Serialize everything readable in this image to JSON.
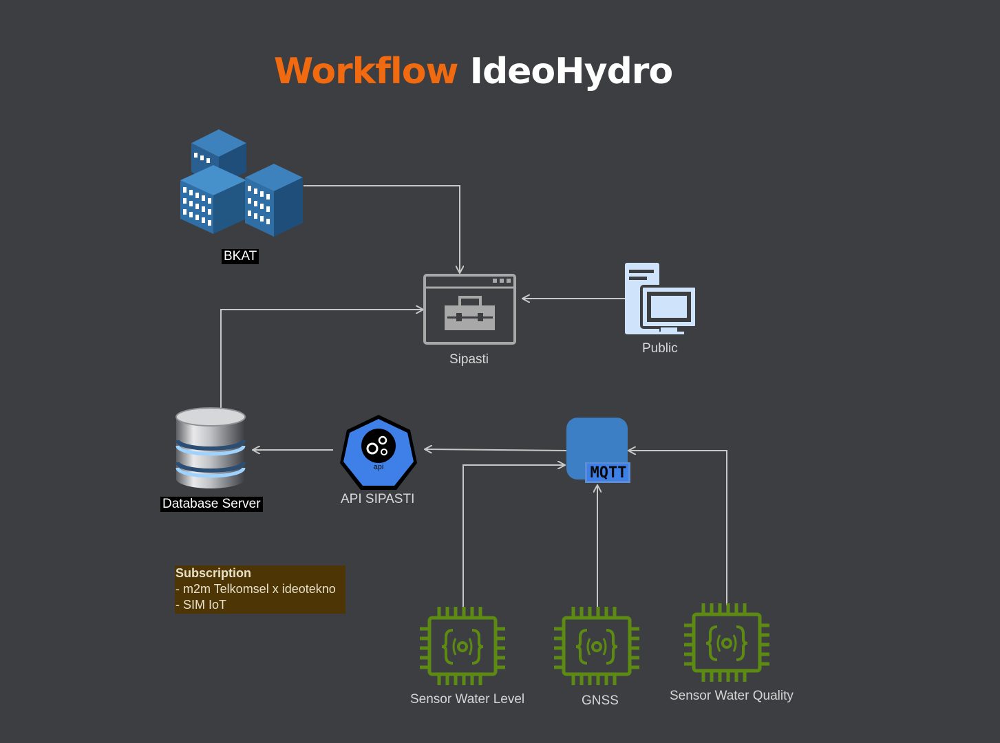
{
  "title": {
    "part1": "Workflow",
    "part2": "IdeoHydro"
  },
  "nodes": {
    "bkat": "BKAT",
    "sipasti": "Sipasti",
    "public": "Public",
    "database": "Database Server",
    "api": "API SIPASTI",
    "api_badge": "api",
    "mqtt": "MQTT",
    "sensor_level": "Sensor Water Level",
    "gnss": "GNSS",
    "sensor_quality": "Sensor Water Quality"
  },
  "note": {
    "heading": "Subscription",
    "line1": "- m2m Telkomsel x ideotekno",
    "line2": "- SIM IoT"
  },
  "colors": {
    "background": "#3d3e41",
    "accent": "#f26a10",
    "connector": "#c8c8c8",
    "building": "#2f6fa6",
    "chip": "#5d8a12",
    "api": "#3f80e8",
    "mqtt": "#3c7fc4",
    "note_bg": "#4d3506"
  }
}
